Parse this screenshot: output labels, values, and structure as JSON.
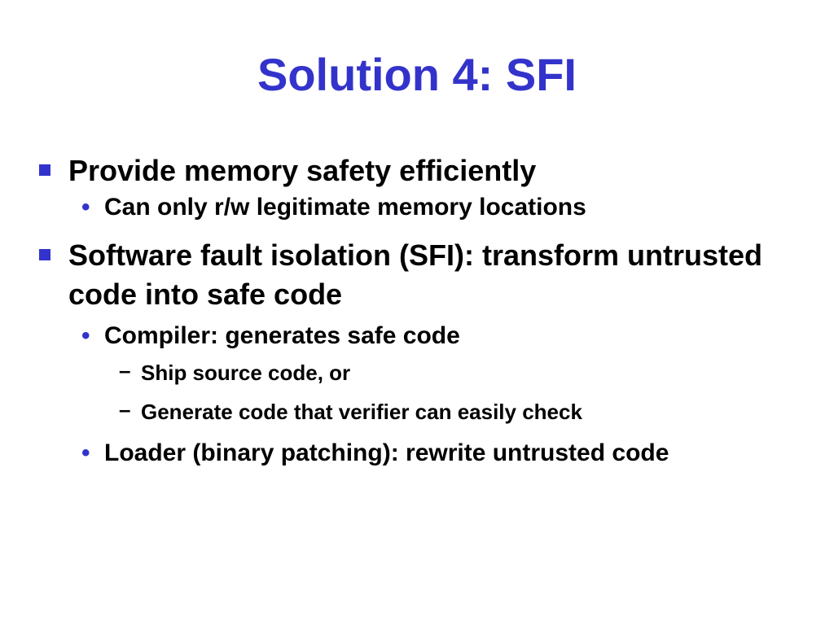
{
  "slide": {
    "title": "Solution 4: SFI",
    "accent_color": "#3333cc",
    "bullets": [
      {
        "text": "Provide memory safety efficiently",
        "marker_icon": "square-bullet-icon",
        "children": [
          {
            "text": "Can only r/w legitimate memory locations",
            "marker": "•"
          }
        ]
      },
      {
        "text": "Software fault isolation (SFI): transform untrusted code into safe code",
        "marker_icon": "square-bullet-icon",
        "children": [
          {
            "text": "Compiler: generates safe code",
            "marker": "•",
            "children": [
              {
                "text": "Ship source code, or",
                "marker": "–"
              },
              {
                "text": "Generate code that verifier can easily check",
                "marker": "–"
              }
            ]
          },
          {
            "text": "Loader (binary patching): rewrite untrusted code",
            "marker": "•"
          }
        ]
      }
    ]
  }
}
